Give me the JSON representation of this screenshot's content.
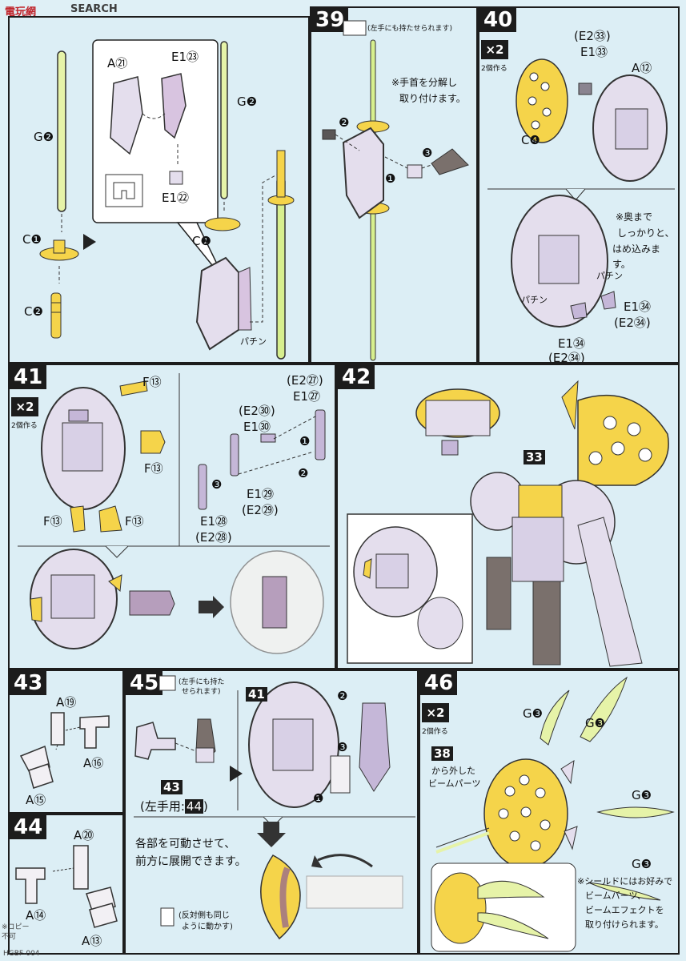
{
  "watermark": {
    "brand": "電玩網",
    "search": "SEARCH"
  },
  "colors": {
    "yellow": "#f5d44a",
    "lavender": "#d8d0e6",
    "green": "#d7ef8e",
    "panel": "#dceef5",
    "outline": "#1c1c1c"
  },
  "step_38": {
    "parts": {
      "g2_left": "G❷",
      "c1_left": "C❶",
      "c2": "C❷",
      "a21": "A㉑",
      "e1_23": "E1㉓",
      "e1_22": "E1㉒",
      "g2_right": "G❷",
      "c1_right": "C❶"
    },
    "sound": "パチン"
  },
  "step_39": {
    "number": "39",
    "hand_note": "(左手にも持たせられます)",
    "instruction_line1": "※手首を分解し",
    "instruction_line2": "取り付けます。",
    "steps": [
      "❷",
      "❸",
      "❶"
    ]
  },
  "step_40": {
    "number": "40",
    "multiplier": "×2",
    "multiplier_sub": "2個作る",
    "parts": {
      "e2_33": "(E2㉝)",
      "e1_33": "E1㉝",
      "a12": "A⑫",
      "c4": "C❹",
      "e1_34_a": "E1㉞",
      "e2_34_a": "(E2㉞)",
      "e1_34_b": "E1㉞",
      "e2_34_b": "(E2㉞)"
    },
    "note_line1": "※奥まで",
    "note_line2": "しっかりと、",
    "note_line3": "はめ込みます。",
    "sound1": "パチン",
    "sound2": "パチン"
  },
  "step_41": {
    "number": "41",
    "multiplier": "×2",
    "multiplier_sub": "2個作る",
    "parts": {
      "f13_top": "F⑬",
      "f13_mid": "F⑬",
      "f13_bl": "F⑬",
      "f13_br": "F⑬",
      "e2_27": "(E2㉗)",
      "e1_27": "E1㉗",
      "e2_30": "(E2㉚)",
      "e1_30": "E1㉚",
      "e1_29": "E1㉙",
      "e2_29": "(E2㉙)",
      "e1_28": "E1㉘",
      "e2_28": "(E2㉘)"
    },
    "steps": [
      "❶",
      "❷",
      "❸"
    ]
  },
  "step_42": {
    "number": "42",
    "ref": "33"
  },
  "step_43": {
    "number": "43",
    "parts": {
      "a19": "A⑲",
      "a16": "A⑯",
      "a15": "A⑮"
    }
  },
  "step_44": {
    "number": "44",
    "parts": {
      "a20": "A⑳",
      "a14": "A⑭",
      "a13": "A⑬"
    }
  },
  "step_45": {
    "number": "45",
    "hand_note_line1": "(左手にも持た",
    "hand_note_line2": "せられます)",
    "ref_43": "43",
    "left_hand": "(左手用:",
    "left_hand_ref": "44",
    "left_hand_close": ")",
    "ref_41": "41",
    "steps": [
      "❷",
      "❸",
      "❶"
    ],
    "move_line1": "各部を可動させて、",
    "move_line2": "前方に展開できます。",
    "opposite_line1": "(反対側も同じ",
    "opposite_line2": "ように動かす)"
  },
  "step_46": {
    "number": "46",
    "multiplier": "×2",
    "multiplier_sub": "2個作る",
    "parts": {
      "g3_a": "G❸",
      "g3_b": "G❸",
      "g3_c": "G❸",
      "g3_d": "G❸"
    },
    "ref_38": "38",
    "beam_line1": "から外した",
    "beam_line2": "ビームパーツ",
    "note_line1": "※シールドにはお好みで",
    "note_line2": "ビームパーツ、",
    "note_line3": "ビームエフェクトを",
    "note_line4": "取り付けられます。"
  },
  "footer": {
    "copy_line1": "※コピー",
    "copy_line2": "不可",
    "code": "HGBF-004"
  }
}
